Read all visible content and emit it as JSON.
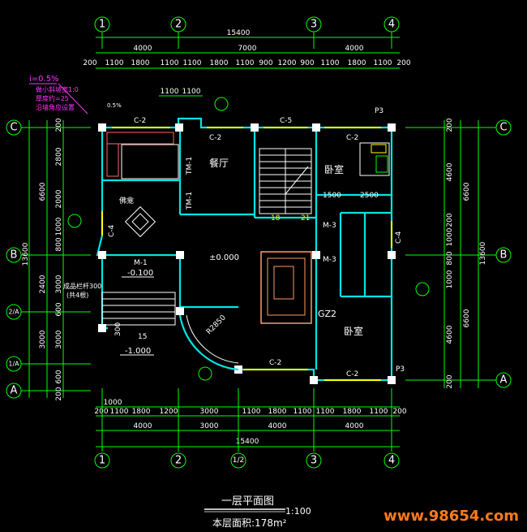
{
  "plan": {
    "title": "一层平面图",
    "scale": "1:100",
    "area_label": "本层面积:178m²",
    "watermark": "www.98654.com"
  },
  "axes": {
    "top": [
      "1",
      "2",
      "3",
      "4"
    ],
    "bottom": [
      "1",
      "2",
      "1/2",
      "3",
      "4"
    ],
    "left": [
      "C",
      "B",
      "2/A",
      "1/A",
      "A"
    ],
    "right": [
      "C",
      "B",
      "A"
    ]
  },
  "dims": {
    "top_total": "15400",
    "top_mid": [
      "4000",
      "7000",
      "4000"
    ],
    "top_detail": [
      "200",
      "1100",
      "1800",
      "1100",
      "1100",
      "1800",
      "1100",
      "900",
      "1200",
      "900",
      "1100",
      "1800",
      "1100",
      "200"
    ],
    "top_inner": [
      "1100",
      "1100"
    ],
    "bottom_detail": [
      "200",
      "1100",
      "1800",
      "1200",
      "3000",
      "1100",
      "1800",
      "1100",
      "1100",
      "1800",
      "1100",
      "200"
    ],
    "bottom_extra": "1000",
    "bottom_mid": [
      "4000",
      "3000",
      "4000",
      "4000"
    ],
    "bottom_total": "15400",
    "left_detail": [
      "200",
      "2800",
      "2000",
      "1000",
      "800",
      "3000",
      "600",
      "3000",
      "600",
      "200"
    ],
    "left_mid": [
      "6600",
      "2400",
      "3000"
    ],
    "left_total": "13600",
    "right_detail": [
      "200",
      "4600",
      "200",
      "1000",
      "800",
      "1000",
      "4600",
      "200"
    ],
    "right_mid": [
      "6600",
      "6600"
    ],
    "right_total": "13600",
    "inner": [
      "1500",
      "2500"
    ]
  },
  "rooms": {
    "restaurant": "餐厅",
    "bedroom_top": "卧室",
    "bedroom_bottom": "卧室",
    "altar": "佛龛",
    "level_main": "±0.000",
    "level_porch": "-0.100",
    "level_low": "-1.000"
  },
  "notes": {
    "slope": "i=0.5%",
    "note1": "做小斜坡宽1:0",
    "note2": "厚度约=25",
    "note3": "沿墙角应设置",
    "pct": "0.5%",
    "railing": "成品栏杆300",
    "railing2": "(共4根)"
  },
  "labels": {
    "c2": "C-2",
    "c5": "C-5",
    "c4": "C-4",
    "m1": "M-1",
    "m3": "M-3",
    "tm1": "TM-1",
    "p3": "P3",
    "gz2": "GZ2",
    "arc": "R2850",
    "s18": "18",
    "s21": "21",
    "n15": "15",
    "n300": "300"
  }
}
